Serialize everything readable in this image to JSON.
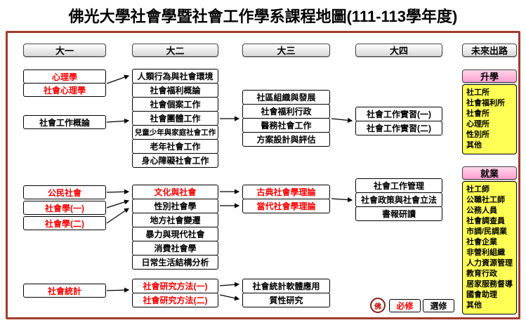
{
  "title": "佛光大學社會學暨社會工作學系課程地圖(111-113學年度)",
  "colors": {
    "required_text": "#FF0000",
    "elective_text": "#000000",
    "frame_border": "#A33B2E",
    "future_list_bg": "#FFFF55",
    "future_header_bg": "#FF9FD0"
  },
  "headers": {
    "year1": "大一",
    "year2": "大二",
    "year3": "大三",
    "year4": "大四",
    "future": "未來出路"
  },
  "legend": {
    "required": "必修",
    "elective": "選修"
  },
  "seal_glyph": "佛",
  "courses": {
    "year1": [
      {
        "label": "心理學",
        "required": true
      },
      {
        "label": "社會心理學",
        "required": true
      },
      {
        "label": "社會工作概論",
        "required": false
      },
      {
        "label": "公民社會",
        "required": true
      },
      {
        "label": "社會學(一)",
        "required": true
      },
      {
        "label": "社會學(二)",
        "required": true
      },
      {
        "label": "社會統計",
        "required": true
      }
    ],
    "year2_social_work": [
      {
        "label": "人類行為與社會環境",
        "required": false
      },
      {
        "label": "社會福利概論",
        "required": false
      },
      {
        "label": "社會個案工作",
        "required": false
      },
      {
        "label": "社會團體工作",
        "required": false
      },
      {
        "label": "兒童少年與家庭社會工作",
        "required": false
      },
      {
        "label": "老年社會工作",
        "required": false
      },
      {
        "label": "身心障礙社會工作",
        "required": false
      }
    ],
    "year2_sociology": [
      {
        "label": "文化與社會",
        "required": true
      },
      {
        "label": "性別社會學",
        "required": false
      },
      {
        "label": "地方社會變遷",
        "required": false
      },
      {
        "label": "暴力與現代社會",
        "required": false
      },
      {
        "label": "消費社會學",
        "required": false
      },
      {
        "label": "日常生活結構分析",
        "required": false
      }
    ],
    "year2_methods": [
      {
        "label": "社會研究方法(一)",
        "required": true
      },
      {
        "label": "社會研究方法(二)",
        "required": true
      }
    ],
    "year3_social_work": [
      {
        "label": "社區組織與發展",
        "required": false
      },
      {
        "label": "社會福利行政",
        "required": false
      },
      {
        "label": "醫務社會工作",
        "required": false
      },
      {
        "label": "方案設計與評估",
        "required": false
      }
    ],
    "year3_theory": [
      {
        "label": "古典社會學理論",
        "required": true
      },
      {
        "label": "當代社會學理論",
        "required": true
      }
    ],
    "year3_methods": [
      {
        "label": "社會統計軟體應用",
        "required": false
      },
      {
        "label": "質性研究",
        "required": false
      }
    ],
    "year4": [
      {
        "label": "社會工作實習(一)",
        "required": false
      },
      {
        "label": "社會工作實習(二)",
        "required": false
      },
      {
        "label": "社會工作管理",
        "required": false
      },
      {
        "label": "社會政策與社會立法",
        "required": false
      },
      {
        "label": "書報研讀",
        "required": false
      }
    ]
  },
  "future": {
    "study": {
      "header": "升學",
      "items": [
        "社工所",
        "社會福利所",
        "社會所",
        "心理所",
        "性別所",
        "其他"
      ]
    },
    "work": {
      "header": "就業",
      "items": [
        "社工師",
        "公職社工師",
        "公務人員",
        "社會調查員",
        "市調/民調業",
        "社會企業",
        "非營利組織",
        "人力資源管理",
        "教育行政",
        "居家服務督導",
        "國會助理",
        "其他"
      ]
    }
  }
}
